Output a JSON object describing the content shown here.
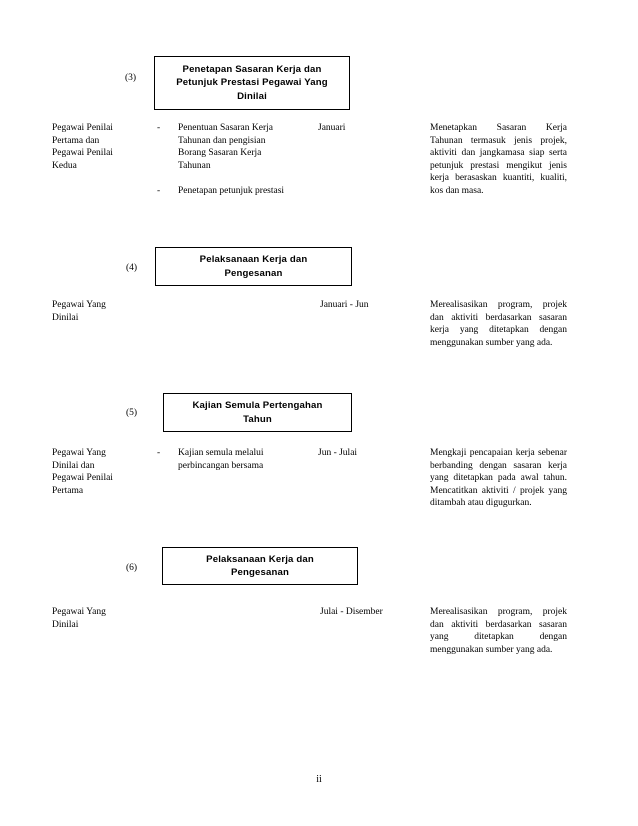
{
  "document": {
    "page_number": "ii",
    "language": "ms"
  },
  "sections": [
    {
      "number_label": "(3)",
      "box_title": "Penetapan Sasaran Kerja dan\nPetunjuk Prestasi Pegawai Yang\nDinilai",
      "actor": "Pegawai Penilai\nPertama dan\nPegawai Penilai\nKedua",
      "activities": [
        {
          "bullet": "-",
          "text": "Penentuan Sasaran Kerja\nTahunan dan  pengisian\nBorang Sasaran Kerja\nTahunan"
        },
        {
          "bullet": "-",
          "text": "Penetapan petunjuk prestasi"
        }
      ],
      "period": "Januari",
      "description": "Menetapkan Sasaran Kerja Tahunan termasuk jenis projek, aktiviti dan jangkamasa siap serta petunjuk prestasi mengikut jenis kerja berasaskan kuantiti, kualiti, kos dan masa."
    },
    {
      "number_label": "(4)",
      "box_title": "Pelaksanaan Kerja dan\nPengesanan",
      "actor": "Pegawai Yang\nDinilai",
      "activities": [],
      "period": "Januari - Jun",
      "description": "Merealisasikan program, projek dan aktiviti berdasarkan sasaran kerja yang ditetapkan dengan menggunakan sumber yang ada."
    },
    {
      "number_label": "(5)",
      "box_title": "Kajian Semula Pertengahan\nTahun",
      "actor": "Pegawai Yang\nDinilai dan\nPegawai Penilai\nPertama",
      "activities": [
        {
          "bullet": "-",
          "text": "Kajian semula melalui\nperbincangan bersama"
        }
      ],
      "period": "Jun - Julai",
      "description": "Mengkaji pencapaian kerja sebenar berbanding dengan sasaran kerja yang ditetapkan pada awal tahun. Mencatitkan aktiviti / projek yang ditambah atau digugurkan."
    },
    {
      "number_label": "(6)",
      "box_title": "Pelaksanaan Kerja dan\nPengesanan",
      "actor": "Pegawai Yang\nDinilai",
      "activities": [],
      "period": "Julai  - Disember",
      "description": "Merealisasikan program, projek dan aktiviti berdasarkan sasaran yang ditetapkan dengan menggunakan sumber yang ada."
    }
  ]
}
